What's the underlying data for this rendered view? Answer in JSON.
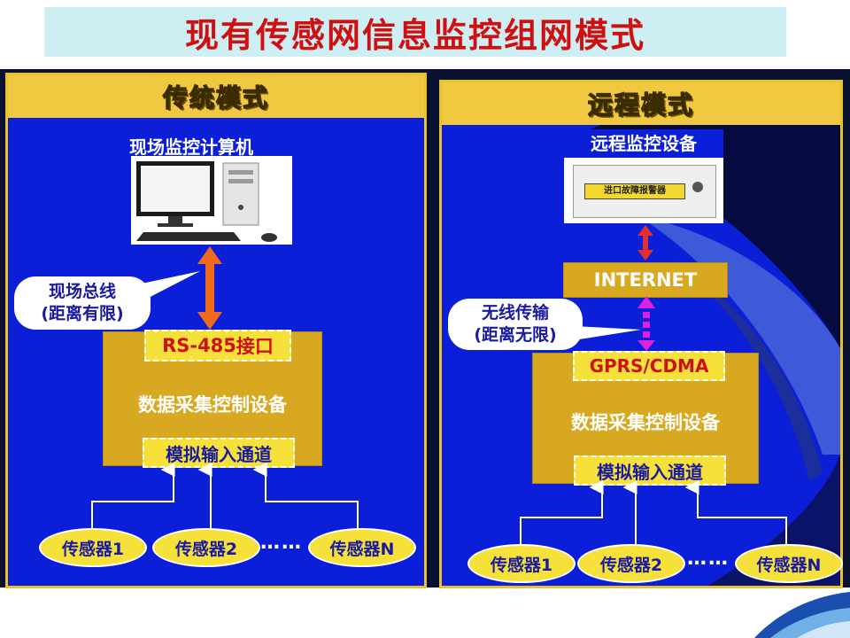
{
  "title": "现有传感网信息监控组网模式",
  "left": {
    "header": "传统模式",
    "computer_label": "现场监控计算机",
    "callout": [
      "现场总线",
      "(距离有限)"
    ],
    "interface_prefix": "RS-485",
    "interface_suffix": "接口",
    "device": "数据采集控制设备",
    "channel": "模拟输入通道",
    "sensors": [
      "传感器1",
      "传感器2",
      "传感器N"
    ],
    "ellipsis": "……"
  },
  "right": {
    "header": "远程模式",
    "remote_label": "远程监控设备",
    "device_panel_text": "进口故障报警器",
    "internet": "INTERNET",
    "callout": [
      "无线传输",
      "(距离无限)"
    ],
    "interface": "GPRS/CDMA",
    "device": "数据采集控制设备",
    "channel": "模拟输入通道",
    "sensors": [
      "传感器1",
      "传感器2",
      "传感器N"
    ],
    "ellipsis": "……"
  },
  "colors": {
    "panel_blue": "#0b1fd8",
    "header_gold": "#f1c940",
    "device_gold": "#d8a821",
    "tag_yellow": "#f6e13a",
    "title_red": "#d01010",
    "bus_arrow": "#f26a1b",
    "wireless_arrow": "#e020e0"
  }
}
